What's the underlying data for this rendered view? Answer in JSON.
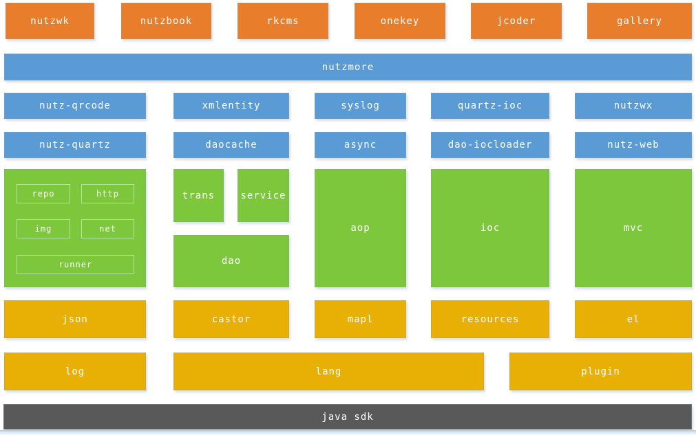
{
  "palette": {
    "orange": "#E87E2B",
    "blue": "#5B9BD5",
    "green": "#7DC73C",
    "yellow": "#E8B004",
    "dark_gray": "#595959",
    "text": "#FFFFFF"
  },
  "diagram": {
    "apps": [
      "nutzwk",
      "nutzbook",
      "rkcms",
      "onekey",
      "jcoder",
      "gallery"
    ],
    "more_bar": "nutzmore",
    "plugin_row1": [
      "nutz-qrcode",
      "xmlentity",
      "syslog",
      "quartz-ioc",
      "nutzwx"
    ],
    "plugin_row2": [
      "nutz-quartz",
      "daocache",
      "async",
      "dao-iocloader",
      "nutz-web"
    ],
    "core": {
      "toolkit": [
        "repo",
        "http",
        "img",
        "net",
        "runner"
      ],
      "trans": "trans",
      "service": "service",
      "dao": "dao",
      "aop": "aop",
      "ioc": "ioc",
      "mvc": "mvc"
    },
    "base_row1": [
      "json",
      "castor",
      "mapl",
      "resources",
      "el"
    ],
    "base_row2": [
      "log",
      "lang",
      "plugin"
    ],
    "foundation": "java sdk"
  }
}
